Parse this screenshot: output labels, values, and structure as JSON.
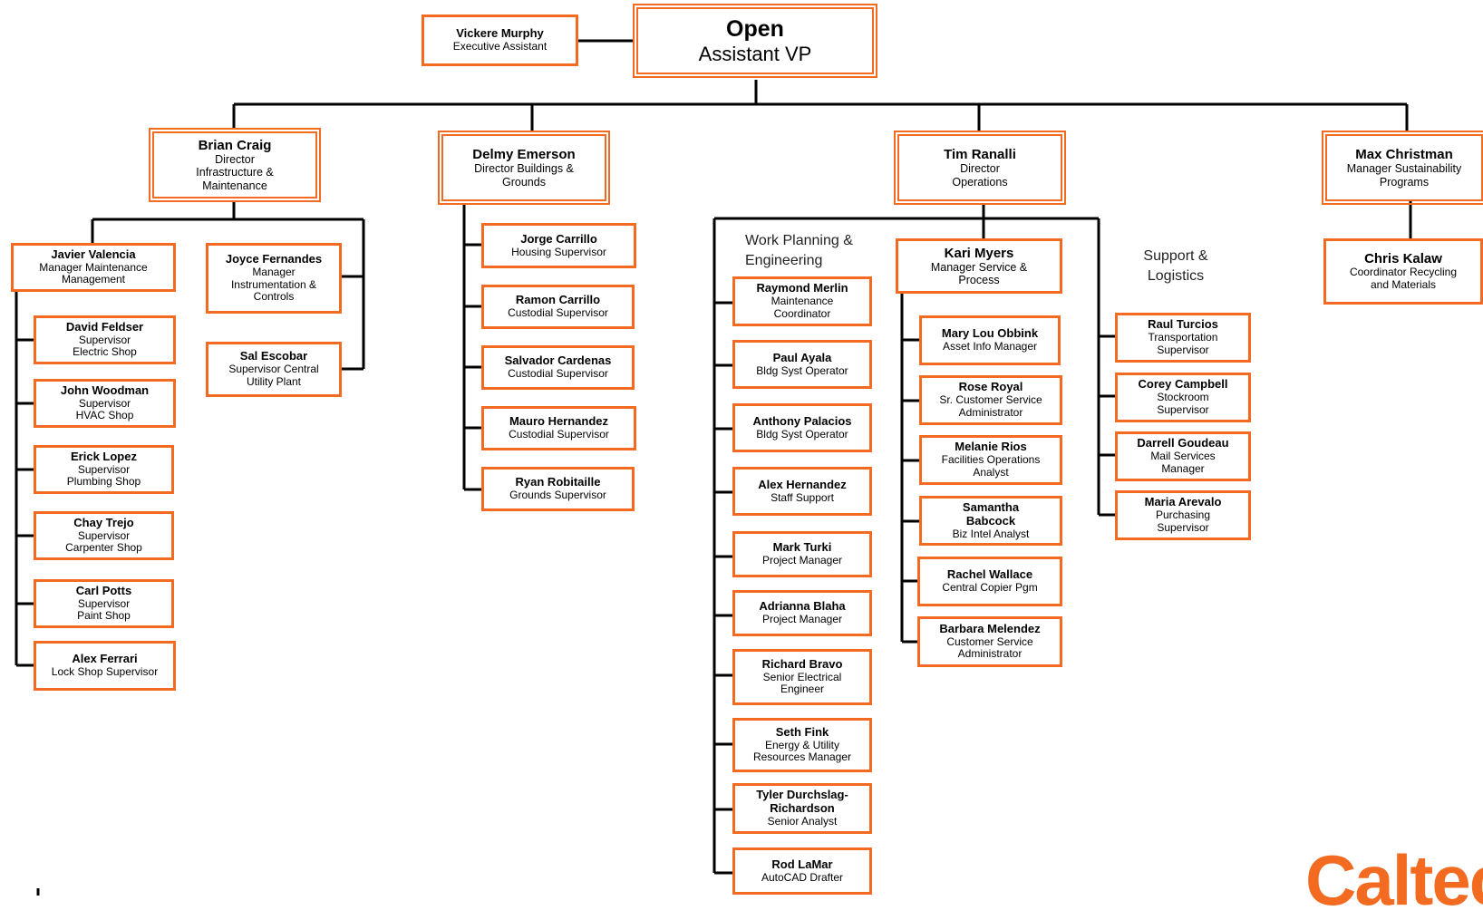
{
  "top": {
    "name": "Open",
    "title": "Assistant VP"
  },
  "assistant": {
    "name": "Vickere Murphy",
    "title": "Executive Assistant"
  },
  "directors": [
    {
      "name": "Brian Craig",
      "title": "Director Infrastructure & Maintenance"
    },
    {
      "name": "Delmy Emerson",
      "title": "Director Buildings & Grounds"
    },
    {
      "name": "Tim Ranalli",
      "title": "Director Operations"
    },
    {
      "name": "Max Christman",
      "title": "Manager Sustainability Programs"
    }
  ],
  "infrastructure": {
    "javier": {
      "name": "Javier Valencia",
      "title": "Manager Maintenance Management"
    },
    "joyce": {
      "name": "Joyce Fernandes",
      "title": "Manager Instrumentation & Controls"
    },
    "sal": {
      "name": "Sal Escobar",
      "title": "Supervisor Central Utility Plant"
    },
    "shops": [
      {
        "name": "David Feldser",
        "title": "Supervisor Electric Shop"
      },
      {
        "name": "John Woodman",
        "title": "Supervisor HVAC Shop"
      },
      {
        "name": "Erick Lopez",
        "title": "Supervisor Plumbing Shop"
      },
      {
        "name": "Chay Trejo",
        "title": "Supervisor Carpenter Shop"
      },
      {
        "name": "Carl Potts",
        "title": "Supervisor Paint Shop"
      },
      {
        "name": "Alex Ferrari",
        "title": "Lock Shop Supervisor"
      }
    ]
  },
  "buildings": [
    {
      "name": "Jorge Carrillo",
      "title": "Housing Supervisor"
    },
    {
      "name": "Ramon Carrillo",
      "title": "Custodial Supervisor"
    },
    {
      "name": "Salvador Cardenas",
      "title": "Custodial Supervisor"
    },
    {
      "name": "Mauro Hernandez",
      "title": "Custodial Supervisor"
    },
    {
      "name": "Ryan Robitaille",
      "title": "Grounds Supervisor"
    }
  ],
  "operations": {
    "work_planning_label": "Work Planning & Engineering",
    "support_label": "Support & Logistics",
    "work_planning": [
      {
        "name": "Raymond Merlin",
        "title": "Maintenance Coordinator"
      },
      {
        "name": "Paul Ayala",
        "title": "Bldg Syst Operator"
      },
      {
        "name": "Anthony Palacios",
        "title": "Bldg Syst Operator"
      },
      {
        "name": "Alex Hernandez",
        "title": "Staff Support"
      },
      {
        "name": "Mark Turki",
        "title": "Project Manager"
      },
      {
        "name": "Adrianna Blaha",
        "title": "Project Manager"
      },
      {
        "name": "Richard Bravo",
        "title": "Senior Electrical Engineer"
      },
      {
        "name": "Seth Fink",
        "title": "Energy & Utility Resources Manager"
      },
      {
        "name": "Tyler Durchslag-Richardson",
        "title": "Senior Analyst"
      },
      {
        "name": "Rod LaMar",
        "title": "AutoCAD Drafter"
      }
    ],
    "kari": {
      "name": "Kari Myers",
      "title": "Manager Service & Process"
    },
    "service": [
      {
        "name": "Mary Lou Obbink",
        "title": "Asset Info Manager"
      },
      {
        "name": "Rose Royal",
        "title": "Sr. Customer Service Administrator"
      },
      {
        "name": "Melanie Rios",
        "title": "Facilities Operations Analyst"
      },
      {
        "name": "Samantha Babcock",
        "title": "Biz Intel Analyst"
      },
      {
        "name": "Rachel Wallace",
        "title": "Central Copier Pgm"
      },
      {
        "name": "Barbara Melendez",
        "title": "Customer Service Administrator"
      }
    ],
    "support": [
      {
        "name": "Raul Turcios",
        "title": "Transportation Supervisor"
      },
      {
        "name": "Corey Campbell",
        "title": "Stockroom Supervisor"
      },
      {
        "name": "Darrell Goudeau",
        "title": "Mail Services Manager"
      },
      {
        "name": "Maria Arevalo",
        "title": "Purchasing Supervisor"
      }
    ]
  },
  "sustainability": {
    "chris": {
      "name": "Chris Kalaw",
      "title": "Coordinator Recycling and Materials"
    }
  },
  "logo_text": "Caltech",
  "colors": {
    "accent": "#f26b21",
    "line": "#000000"
  }
}
